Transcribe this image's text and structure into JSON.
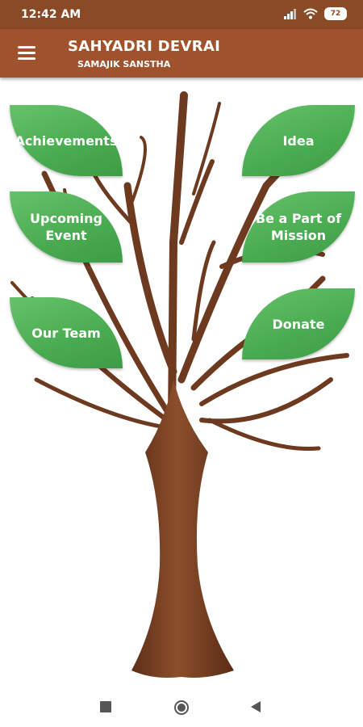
{
  "status": {
    "time": "12:42 AM",
    "battery": "72"
  },
  "app": {
    "title": "SAHYADRI DEVRAI",
    "subtitle": "SAMAJIK SANSTHA"
  },
  "leaves": {
    "achievements": "Achievements",
    "idea": "Idea",
    "upcoming_line1": "Upcoming",
    "upcoming_line2": "Event",
    "part_line1": "Be a Part of",
    "part_line2": "Mission",
    "our_team": "Our Team",
    "donate": "Donate"
  },
  "colors": {
    "app_bar": "#a0522d",
    "leaf": "#4caf50",
    "trunk": "#7a4024"
  }
}
